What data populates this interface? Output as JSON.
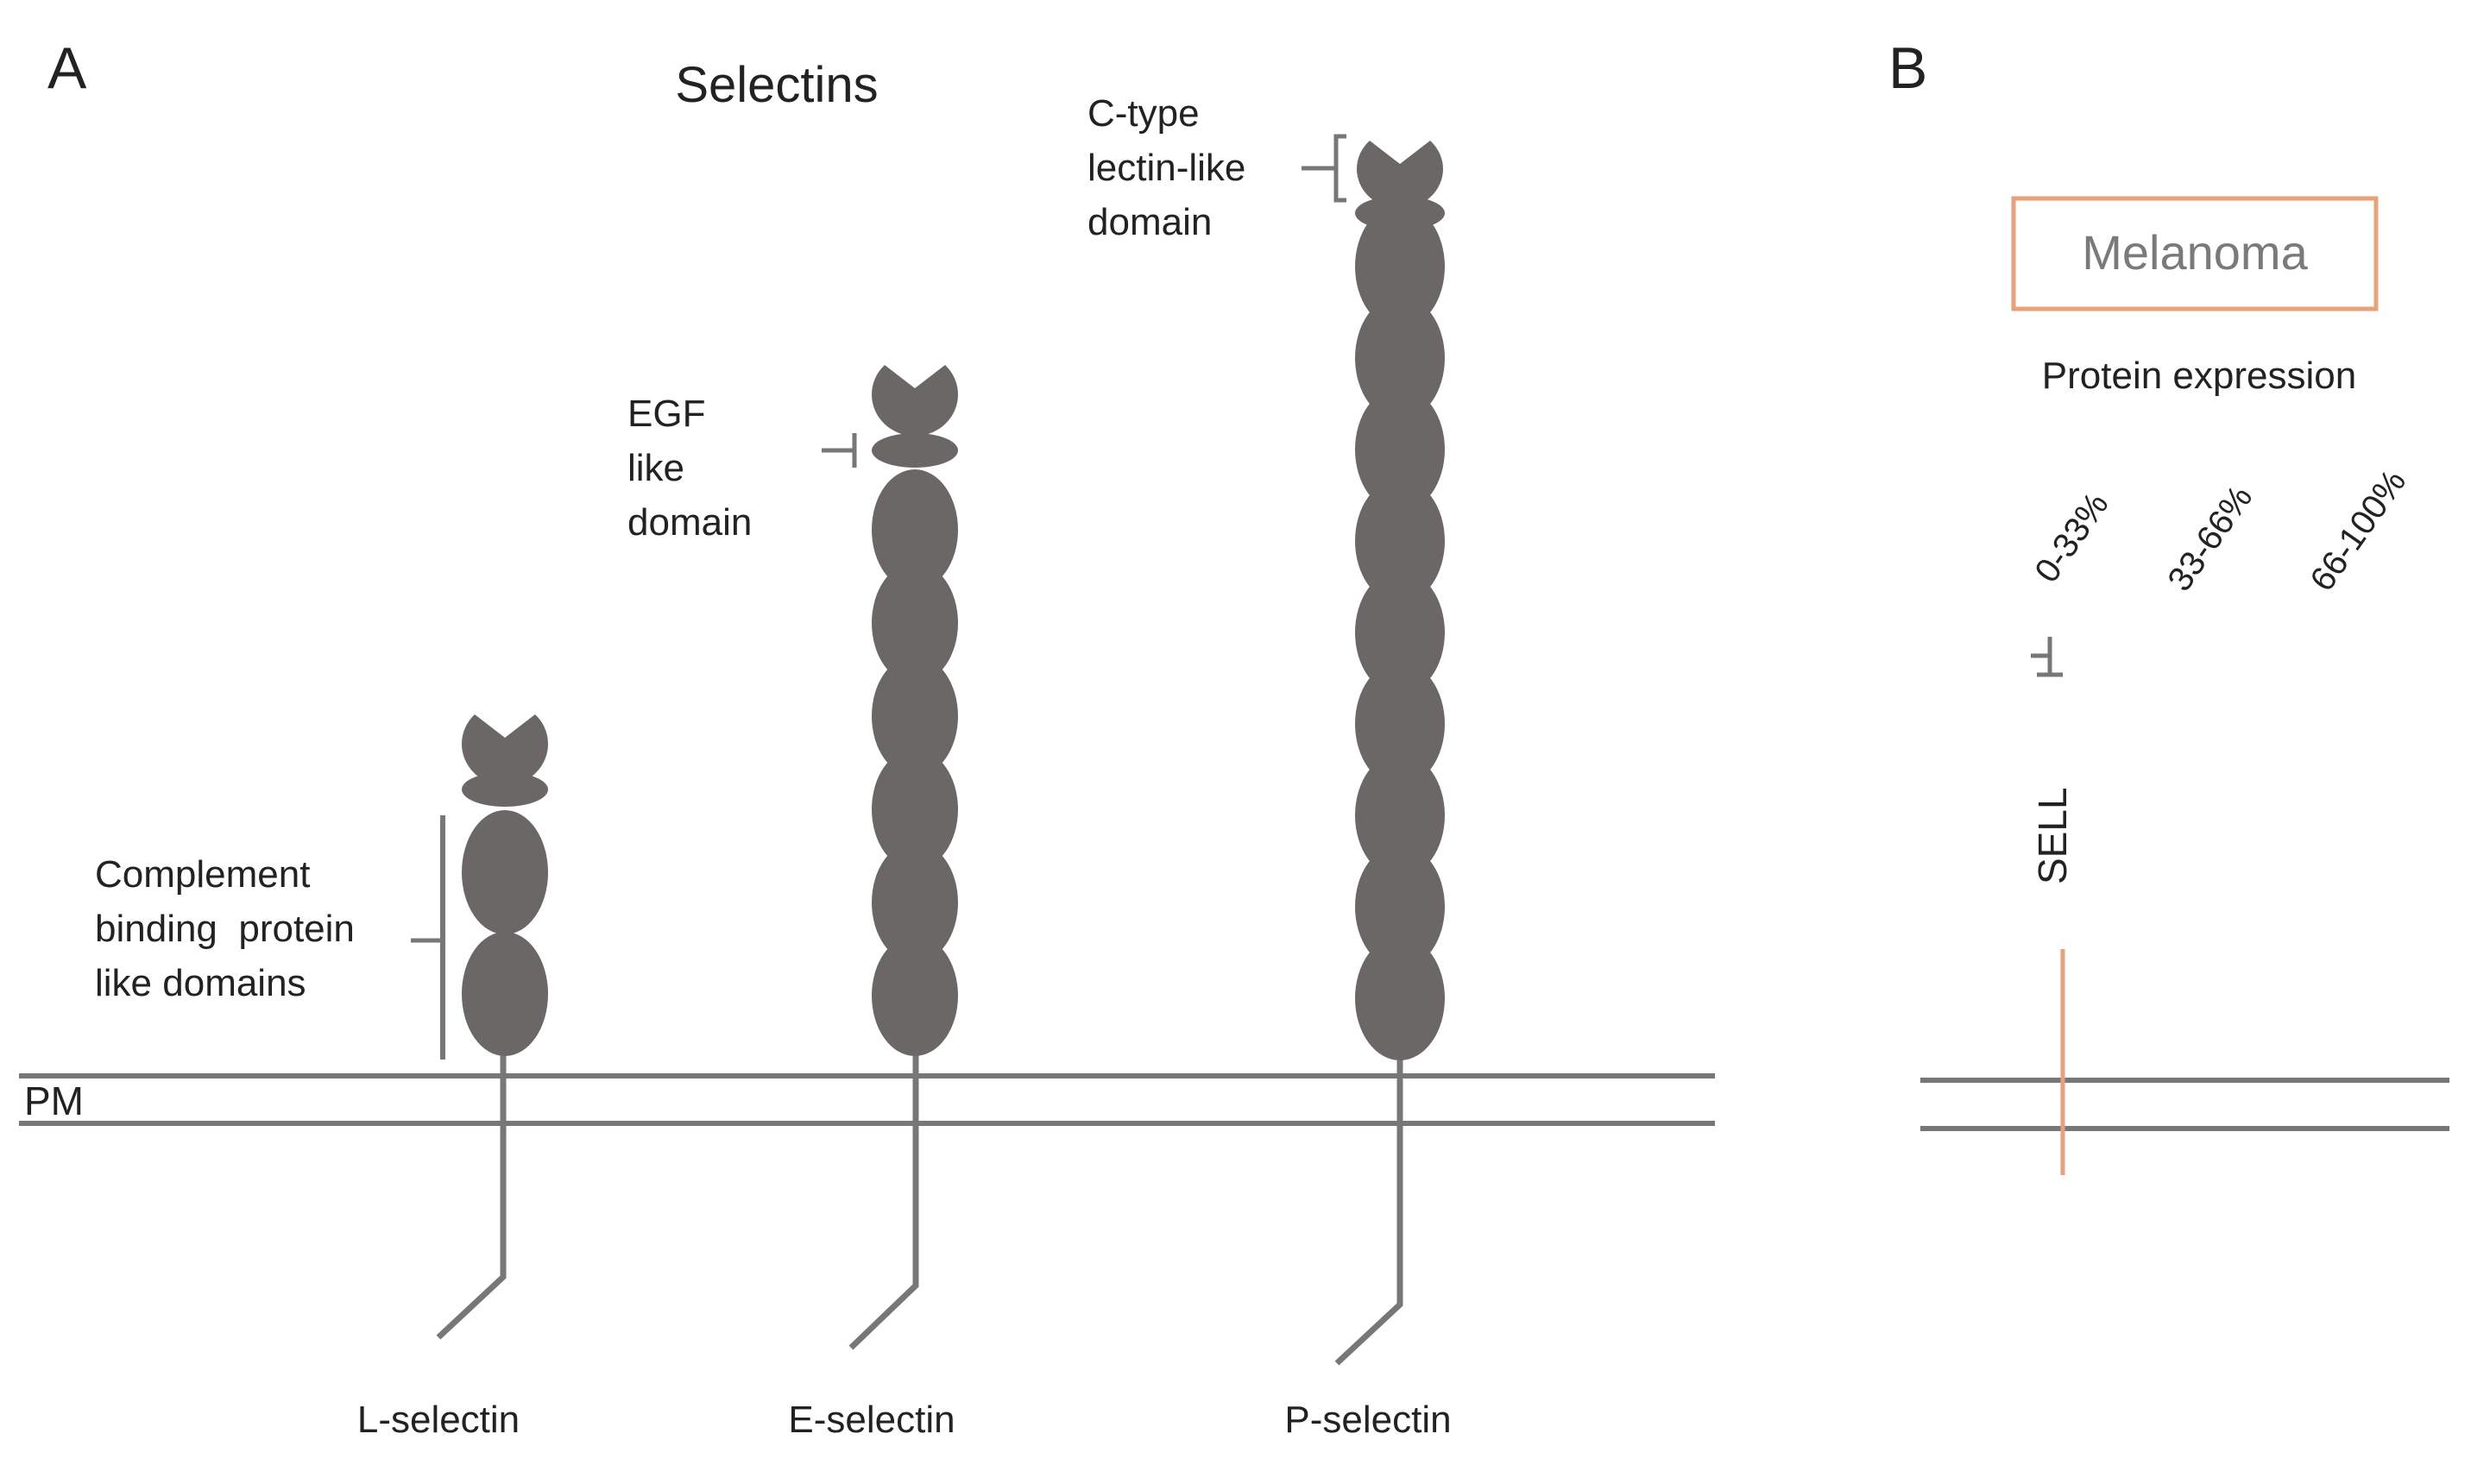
{
  "panel_a": {
    "letter": "A",
    "title": "Selectins",
    "membrane_label": "PM",
    "proteins": [
      {
        "name": "L-selectin",
        "repeats": 2
      },
      {
        "name": "E-selectin",
        "repeats": 6
      },
      {
        "name": "P-selectin",
        "repeats": 9
      }
    ],
    "annotations": {
      "complement": [
        "Complement",
        "binding  protein",
        "like domains"
      ],
      "egf": [
        "EGF",
        "like",
        "domain"
      ],
      "lectin": [
        "C-type",
        "lectin-like",
        "domain"
      ]
    }
  },
  "panel_b": {
    "letter": "B",
    "tissue": "Melanoma",
    "expression_title": "Protein expression",
    "levels": [
      "0-33%",
      "33-66%",
      "66-100%"
    ],
    "gene": "SELL",
    "level_index": 0
  },
  "colors": {
    "protein": "#6b6767",
    "line": "#777777",
    "accent": "#e8a27a",
    "text": "#222222"
  }
}
